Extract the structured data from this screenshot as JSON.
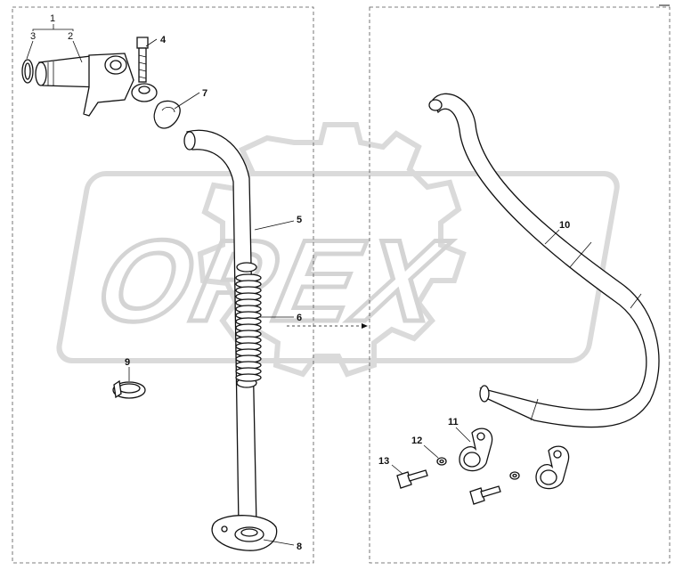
{
  "watermark": {
    "text": "OPEX"
  },
  "callouts": {
    "c1": "1",
    "c2": "2",
    "c3": "3",
    "c4": "4",
    "c5": "5",
    "c6": "6",
    "c7": "7",
    "c8": "8",
    "c9": "9",
    "c10": "10",
    "c11": "11",
    "c12": "12",
    "c13": "13"
  },
  "colors": {
    "line": "#111111",
    "watermark": "#d0d0d0",
    "frame": "#555555",
    "background": "#ffffff"
  }
}
